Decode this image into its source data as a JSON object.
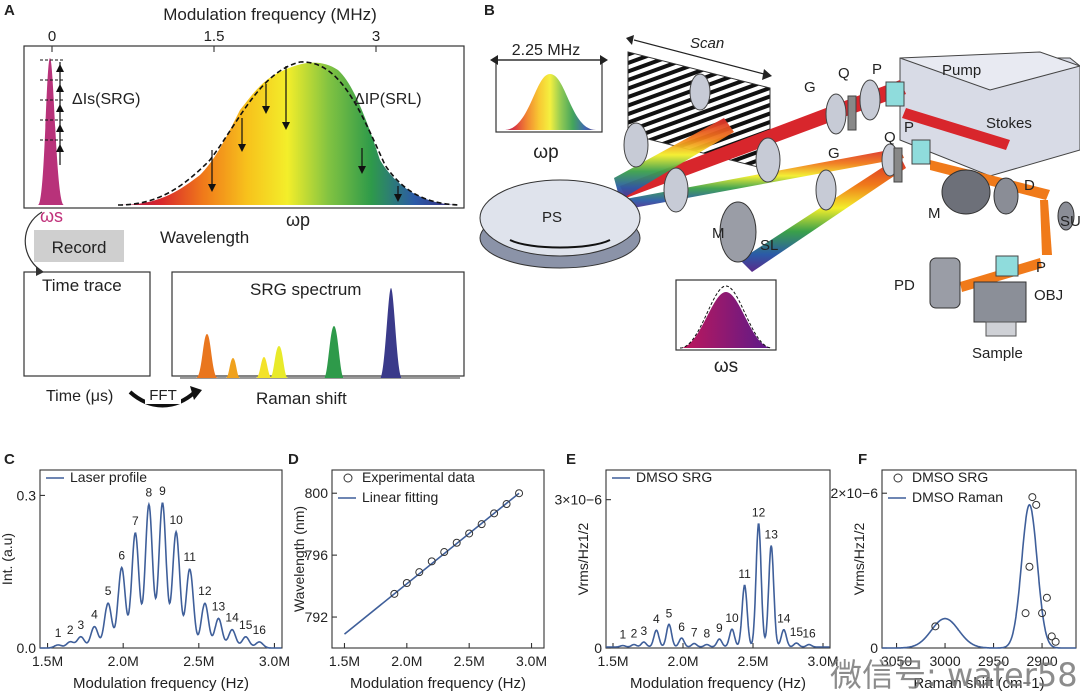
{
  "panels": {
    "A": "A",
    "B": "B",
    "C": "C",
    "D": "D",
    "E": "E",
    "F": "F"
  },
  "panelA": {
    "top_axis_label": "Modulation frequency (MHz)",
    "top_ticks": [
      "0",
      "1.5",
      "3"
    ],
    "delta_is": "ΔIs(SRG)",
    "delta_ip": "ΔIP(SRL)",
    "omega_s": "ωs",
    "omega_p": "ωp",
    "wavelength": "Wavelength",
    "record_button": "Record",
    "time_trace_title": "Time trace",
    "time_label": "Time (μs)",
    "fft_label": "FFT",
    "srg_spectrum_title": "SRG spectrum",
    "raman_shift_label": "Raman shift"
  },
  "panelB": {
    "freq_box_label": "2.25 MHz",
    "omega_p": "ωp",
    "omega_s": "ωs",
    "scan": "Scan",
    "pump": "Pump",
    "stokes": "Stokes",
    "labels": [
      "G",
      "Q",
      "P",
      "G",
      "Q",
      "P",
      "D",
      "M",
      "SU",
      "PS",
      "M",
      "SL",
      "P",
      "PD",
      "OBJ",
      "Sample"
    ]
  },
  "chart_data": [
    {
      "id": "C",
      "type": "line",
      "legend": [
        "Laser profile"
      ],
      "xlabel": "Modulation frequency (Hz)",
      "ylabel": "Int. (a.u)",
      "x_ticks": [
        "1.5M",
        "2.0M",
        "2.5M",
        "3.0M"
      ],
      "y_ticks": [
        "0.0",
        "0.3"
      ],
      "xlim": [
        1.45,
        3.05
      ],
      "ylim": [
        0,
        0.35
      ],
      "peaks": {
        "labels": [
          "1",
          "2",
          "3",
          "4",
          "5",
          "6",
          "7",
          "8",
          "9",
          "10",
          "11",
          "12",
          "13",
          "14",
          "15",
          "16"
        ],
        "x": [
          1.57,
          1.65,
          1.72,
          1.81,
          1.9,
          1.99,
          2.08,
          2.17,
          2.26,
          2.35,
          2.44,
          2.54,
          2.63,
          2.72,
          2.81,
          2.9
        ],
        "y": [
          0.006,
          0.012,
          0.022,
          0.042,
          0.088,
          0.158,
          0.226,
          0.282,
          0.285,
          0.228,
          0.155,
          0.088,
          0.058,
          0.036,
          0.022,
          0.012
        ]
      }
    },
    {
      "id": "D",
      "type": "scatter",
      "legend": [
        "Experimental data",
        "Linear fitting"
      ],
      "xlabel": "Modulation frequency (Hz)",
      "ylabel": "Wavelength (nm)",
      "x_ticks": [
        "1.5M",
        "2.0M",
        "2.5M",
        "3.0M"
      ],
      "y_ticks": [
        "792",
        "796",
        "800"
      ],
      "xlim": [
        1.4,
        3.1
      ],
      "ylim": [
        790,
        801.5
      ],
      "x": [
        1.9,
        2.0,
        2.1,
        2.2,
        2.3,
        2.4,
        2.5,
        2.6,
        2.7,
        2.8,
        2.9
      ],
      "y": [
        793.5,
        794.2,
        794.9,
        795.6,
        796.2,
        796.8,
        797.4,
        798.0,
        798.7,
        799.3,
        800.0
      ],
      "fit": {
        "x": [
          1.5,
          2.9
        ],
        "y": [
          790.9,
          800.0
        ]
      }
    },
    {
      "id": "E",
      "type": "line",
      "legend": [
        "DMSO SRG"
      ],
      "xlabel": "Modulation frequency (Hz)",
      "ylabel": "Vrms/Hz1/2",
      "x_ticks": [
        "1.5M",
        "2.0M",
        "2.5M",
        "3.0M"
      ],
      "y_ticks": [
        "0",
        "3×10−6"
      ],
      "xlim": [
        1.45,
        3.05
      ],
      "ylim": [
        0,
        3.6
      ],
      "peaks": {
        "labels": [
          "1",
          "2",
          "3",
          "4",
          "5",
          "6",
          "7",
          "8",
          "9",
          "10",
          "11",
          "12",
          "13",
          "14",
          "15",
          "16"
        ],
        "x": [
          1.57,
          1.65,
          1.72,
          1.81,
          1.9,
          1.99,
          2.08,
          2.17,
          2.26,
          2.35,
          2.44,
          2.54,
          2.63,
          2.72,
          2.81,
          2.9
        ],
        "y": [
          0.03,
          0.05,
          0.1,
          0.34,
          0.46,
          0.18,
          0.07,
          0.05,
          0.16,
          0.36,
          1.25,
          2.5,
          2.05,
          0.35,
          0.08,
          0.05
        ]
      }
    },
    {
      "id": "F",
      "type": "line",
      "legend": [
        "DMSO SRG",
        "DMSO Raman"
      ],
      "xlabel": "Raman shift (cm−1)",
      "ylabel": "Vrms/Hz1/2",
      "x_ticks": [
        "3050",
        "3000",
        "2950",
        "2900"
      ],
      "y_ticks": [
        "0",
        "2×10−6"
      ],
      "xlim": [
        3065,
        2865
      ],
      "ylim": [
        0,
        2.3
      ],
      "srg_x": [
        3010,
        2917,
        2913,
        2910,
        2906,
        2900,
        2895,
        2890,
        2886
      ],
      "srg_y": [
        0.28,
        0.45,
        1.05,
        1.95,
        1.85,
        0.45,
        0.65,
        0.15,
        0.08
      ],
      "raman_peaks": [
        {
          "center": 3000,
          "height": 0.38,
          "width": 14
        },
        {
          "center": 2913,
          "height": 1.85,
          "width": 8
        }
      ]
    }
  ],
  "watermark": "微信号: wafer58"
}
